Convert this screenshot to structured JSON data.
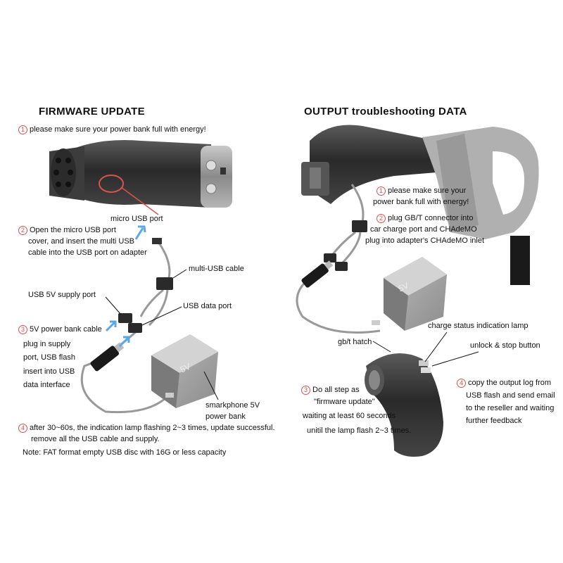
{
  "firmware": {
    "title": "FIRMWARE UPDATE",
    "step1": {
      "num": "1",
      "text": "please make sure your power bank full with energy!"
    },
    "micro_usb_port": "micro USB port",
    "step2": {
      "num": "2",
      "lines": [
        "Open the micro USB port",
        "cover, and insert the multi USB",
        "cable into the USB port on adapter"
      ]
    },
    "multi_usb_cable": "multi-USB cable",
    "usb_5v_supply_port": "USB 5V supply port",
    "usb_data_port": "USB data port",
    "step3": {
      "num": "3",
      "lines": [
        "5V power bank cable",
        "plug in supply",
        "port, USB flash",
        "insert into USB",
        "data interface"
      ]
    },
    "power_bank_label": "5V",
    "smartphone_bank": [
      "smarkphone 5V",
      "power bank"
    ],
    "step4": {
      "num": "4",
      "lines": [
        "after 30~60s, the indication lamp flashing 2~3 times, update successful.",
        "remove all the USB cable and supply."
      ]
    },
    "note": "Note: FAT format empty USB disc with 16G or less capacity"
  },
  "output": {
    "title": "OUTPUT troubleshooting DATA",
    "step1": {
      "num": "1",
      "lines": [
        "please make sure your",
        "power bank full with energy!"
      ]
    },
    "step2": {
      "num": "2",
      "lines": [
        "plug GB/T connector into",
        "car charge port and CHAdeMO",
        "plug into adapter's CHAdeMO inlet"
      ]
    },
    "power_bank_label": "5V",
    "charge_status_lamp": "charge status indication lamp",
    "gbt_hatch": "gb/t hatch",
    "unlock_stop": "unlock & stop button",
    "step3": {
      "num": "3",
      "lines": [
        "Do all step as",
        "\"firmware update\"",
        "waiting at least 60 seconds",
        "unitil the lamp flash 2~3 times."
      ]
    },
    "step4": {
      "num": "4",
      "lines": [
        "copy the output log from",
        "USB flash and send email",
        "to the reseller and waiting",
        "further feedback"
      ]
    }
  },
  "colors": {
    "accent_red": "#d9534f",
    "arrow_blue": "#5aa9e6",
    "body_dark": "#3a3a3a",
    "metal": "#a0a0a0"
  }
}
